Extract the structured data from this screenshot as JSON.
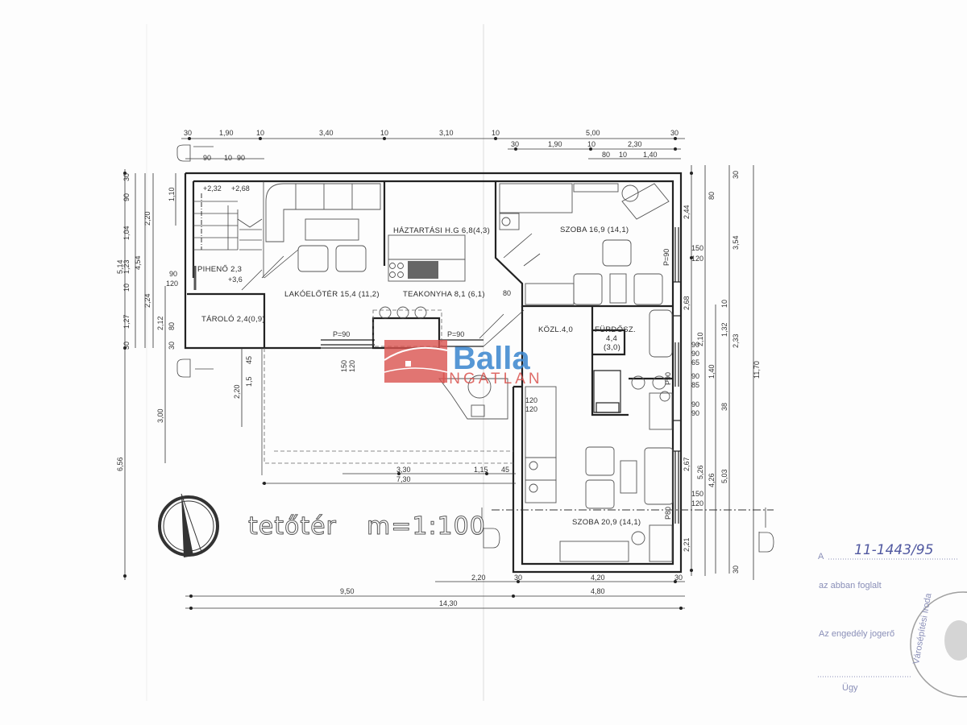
{
  "plan": {
    "title": "tetőtér",
    "scale": "m=1:100",
    "rooms": {
      "hg": "HÁZTARTÁSI H.G 6,8(4,3)",
      "szoba1": "SZOBA 16,9 (14,1)",
      "piheno": "PIHENŐ 2,3",
      "lako": "LAKÓELŐTÉR 15,4 (11,2)",
      "teakonyha": "TEAKONYHA 8,1 (6,1)",
      "tarolo": "TÁROLÓ 2,4(0,9)",
      "kozl": "KÖZL.4,0",
      "furdo": "FÜRDŐSZ.",
      "furdo_area": "4,4",
      "furdo_net": "(3,0)",
      "szoba2": "SZOBA 20,9 (14,1)"
    },
    "levels": [
      "+2,32",
      "+2,68",
      "+3,6"
    ],
    "windows": [
      "P=90",
      "P=90",
      "P=90",
      "P90",
      "P80"
    ],
    "dims_top": [
      "30",
      "1,90",
      "10",
      "3,40",
      "10",
      "3,10",
      "10",
      "5,00",
      "30",
      "30",
      "1,90",
      "10",
      "2,30",
      "90",
      "10",
      "90",
      "80",
      "10",
      "1,40"
    ],
    "dims_left": [
      "5,14",
      "30",
      "90",
      "1,04",
      "1,23",
      "10",
      "1,27",
      "30",
      "2,20",
      "4,54",
      "2,24",
      "2,12",
      "1,10",
      "80",
      "30",
      "90",
      "120",
      "6,56",
      "3,00",
      "2,20",
      "45",
      "1,5",
      "150",
      "120"
    ],
    "dims_right": [
      "2,44",
      "80",
      "30",
      "3,54",
      "150",
      "120",
      "2,68",
      "10",
      "1,32",
      "2,10",
      "2,33",
      "11,70",
      "90",
      "90",
      "65",
      "90",
      "85",
      "90",
      "90",
      "1,40",
      "38",
      "2,67",
      "5,26",
      "4,26",
      "5,03",
      "150",
      "120",
      "2,21",
      "30"
    ],
    "dims_bottom": [
      "2,20",
      "30",
      "4,20",
      "30",
      "9,50",
      "4,80",
      "14,30",
      "3,30",
      "1,15",
      "45",
      "7,30",
      "80",
      "120",
      "120"
    ]
  },
  "watermark": {
    "brand": "Balla",
    "sub": "INGATLAN"
  },
  "stamp": {
    "number_prefix": "A",
    "number": "11-1443/95",
    "line1": "az abban foglalt",
    "line2": "Az engedély jogerő",
    "line3": "Ügy",
    "seal": "Városépítési Iroda"
  },
  "colors": {
    "watermark_blue": "#3a86cf",
    "watermark_red": "#d9534f",
    "stamp": "#8a8fb8"
  }
}
